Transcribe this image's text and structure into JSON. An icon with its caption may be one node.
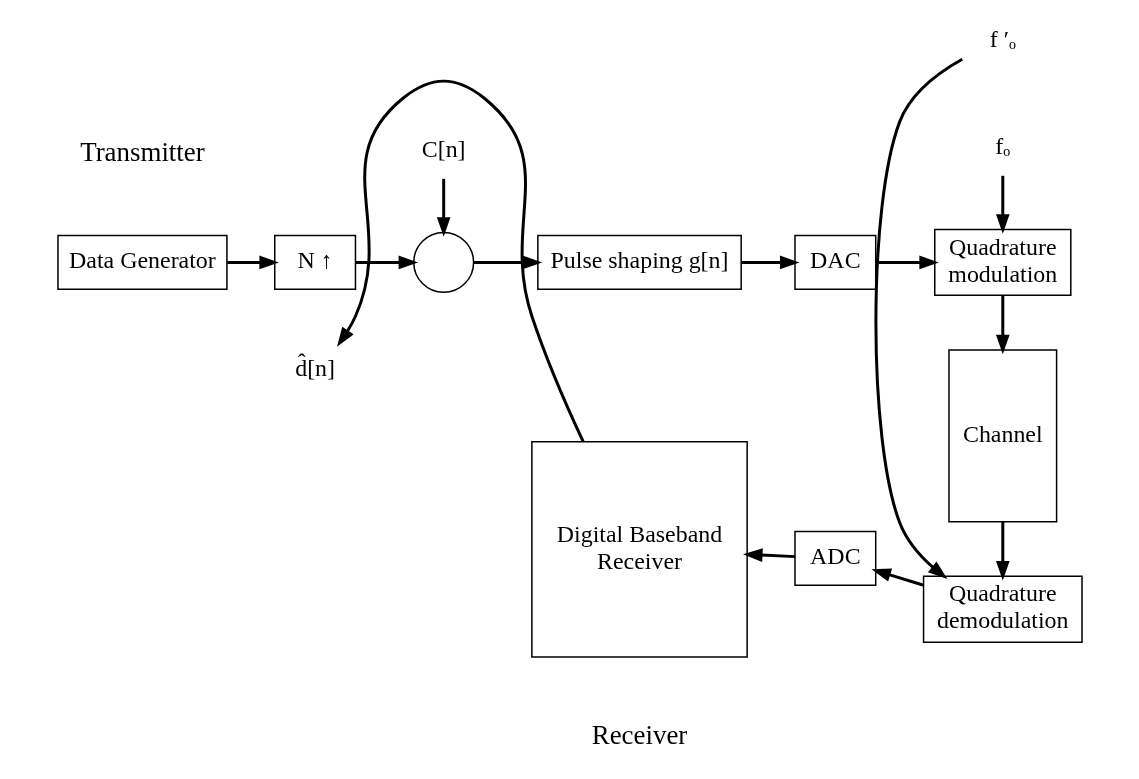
{
  "diagram": {
    "nodes": [
      {
        "text": [
          "Data Generator"
        ]
      },
      {
        "text": [
          "N ↑"
        ]
      },
      {
        "text": [],
        "shape": "circle"
      },
      {
        "text": [
          "Pulse shaping g[n]"
        ]
      },
      {
        "text": [
          "DAC"
        ]
      },
      {
        "text": [
          "Quadrature modulation"
        ]
      },
      {
        "text": [
          "fₒ"
        ]
      },
      {
        "text": [
          "C[n]"
        ]
      },
      {
        "text": [
          "Channel"
        ]
      },
      {
        "text": [
          "Quadrature demodulation"
        ]
      },
      {
        "text": [
          "f ′ₒ"
        ]
      },
      {
        "text": [
          "ADC"
        ]
      },
      {
        "text": [
          "Digital Baseband Receiver"
        ]
      },
      {
        "text": [
          "d̂[n]"
        ]
      }
    ],
    "edges": [
      {
        "from": 0,
        "to": 1,
        "arrow": "to"
      },
      {
        "from": 1,
        "to": 2,
        "arrow": "to"
      },
      {
        "from": 2,
        "to": 3,
        "arrow": "to"
      },
      {
        "from": 3,
        "to": 4,
        "arrow": "to"
      },
      {
        "from": 4,
        "to": 5,
        "arrow": "to"
      },
      {
        "from": 6,
        "to": 5,
        "arrow": "to"
      },
      {
        "from": 7,
        "to": 2,
        "arrow": "to"
      },
      {
        "from": 5,
        "to": 8,
        "arrow": "to"
      },
      {
        "from": 8,
        "to": 9,
        "arrow": "to"
      },
      {
        "from": 10,
        "to": 9,
        "arrow": "to"
      },
      {
        "from": 9,
        "to": 11,
        "arrow": "to"
      },
      {
        "from": 11,
        "to": 12,
        "arrow": "to"
      },
      {
        "from": 12,
        "to": 13,
        "arrow": "to"
      }
    ],
    "labels": [
      "Transmitter",
      "Receiver"
    ]
  }
}
